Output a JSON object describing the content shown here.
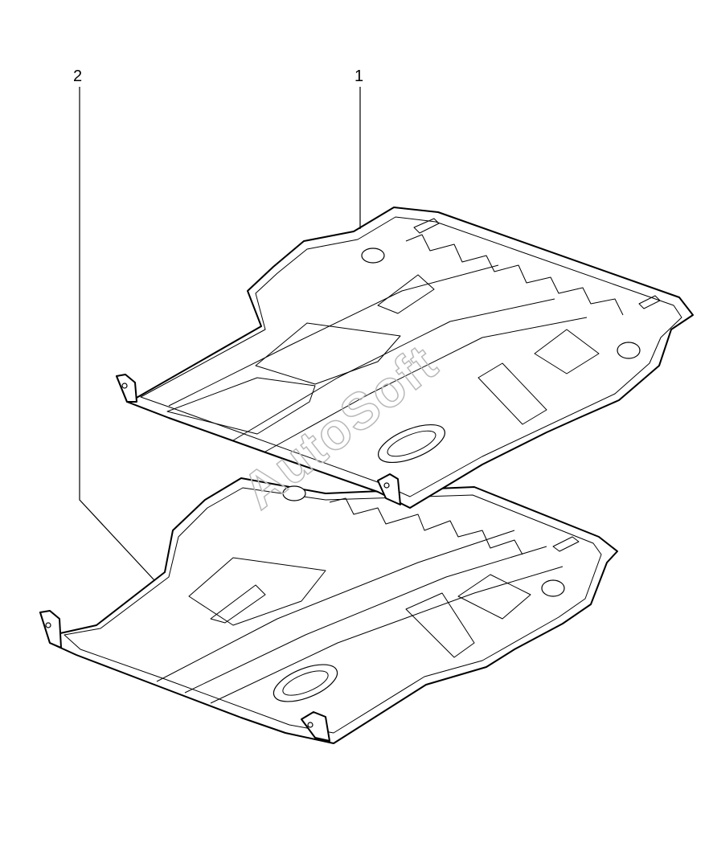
{
  "callouts": [
    {
      "label": "1",
      "part": "upper-shield"
    },
    {
      "label": "2",
      "part": "lower-shield"
    }
  ],
  "watermark": {
    "text": "AutoSoft",
    "color": "#b8b8b8"
  },
  "colors": {
    "line": "#000000",
    "background": "#ffffff"
  }
}
